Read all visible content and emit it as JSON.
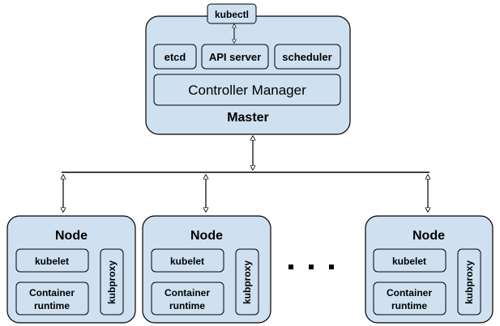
{
  "master": {
    "title": "Master",
    "kubectl": "kubectl",
    "etcd": "etcd",
    "api_server": "API server",
    "scheduler": "scheduler",
    "controller_manager": "Controller Manager"
  },
  "nodes": [
    {
      "title": "Node",
      "kubelet": "kubelet",
      "container_runtime_line1": "Container",
      "container_runtime_line2": "runtime",
      "kubproxy": "kubproxy"
    },
    {
      "title": "Node",
      "kubelet": "kubelet",
      "container_runtime_line1": "Container",
      "container_runtime_line2": "runtime",
      "kubproxy": "kubproxy"
    },
    {
      "title": "Node",
      "kubelet": "kubelet",
      "container_runtime_line1": "Container",
      "container_runtime_line2": "runtime",
      "kubproxy": "kubproxy"
    }
  ],
  "colors": {
    "box_fill": "#cfe0f1",
    "stroke": "#000000"
  }
}
